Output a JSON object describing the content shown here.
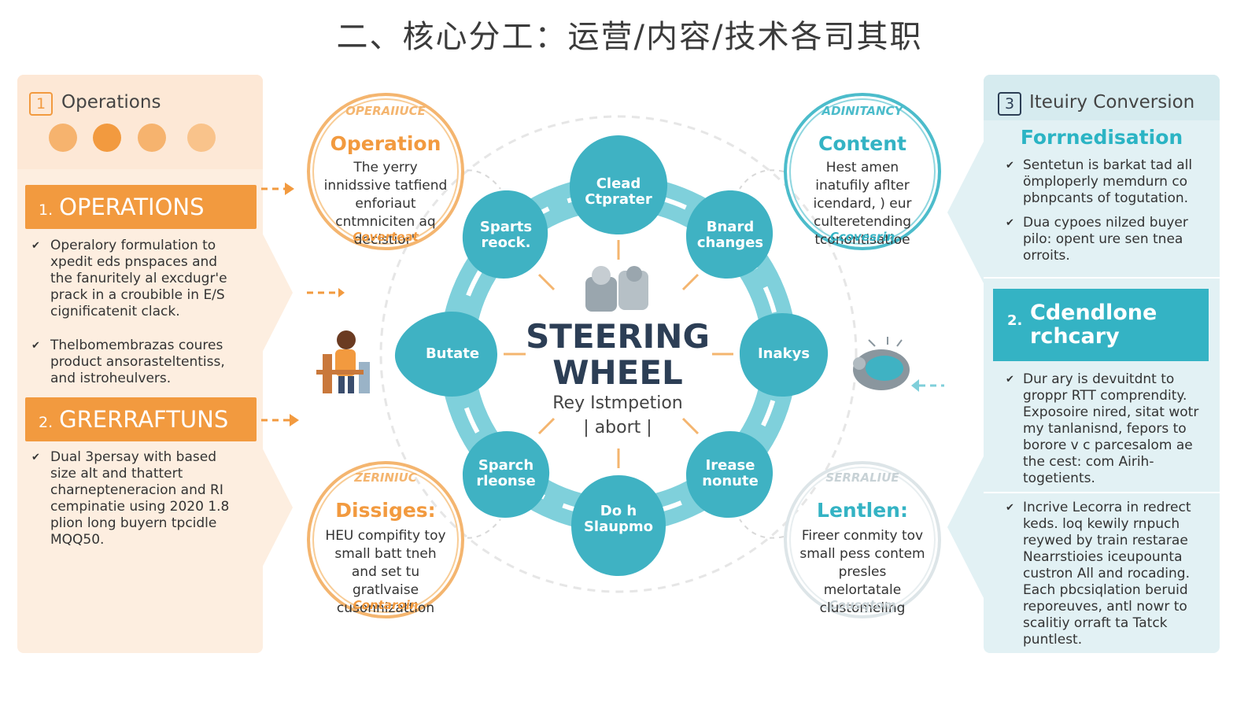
{
  "title": "二、核心分工：运营/内容/技术各司其职",
  "left": {
    "num": "1",
    "label": "Operations",
    "band1": {
      "num": "1.",
      "label": "OPERATIONS"
    },
    "list1": [
      "Operalory formulation to xpedit eds pnspaces and the fanuritely al excdugr'e prack in a croubible in E/S cignificatenit clack.",
      "Thelbomembrazas coures product ansorasteltentiss, and istroheulvers."
    ],
    "band2": {
      "num": "2.",
      "label": "GRERRAFTUNS"
    },
    "list2": [
      "Dual 3persay with based size alt and thattert charnepteneracion and RI cempinatie using 2020 1.8 plion long buyern tpcidle MQQ50."
    ],
    "dot_colors": [
      "#f6b36e",
      "#f29a3f",
      "#f6b36e",
      "#f9c38b"
    ]
  },
  "right": {
    "num": "3",
    "label": "Iteuiry Conversion",
    "subhead": "Forrnedisation",
    "list1": [
      "Sentetun is barkat tad all ömploperly memdurn co pbnpcants of togutation.",
      "Dua cypoes nilzed buyer pilo: opent ure sen tnea orroits."
    ],
    "band": {
      "num": "2.",
      "line1": "Cdendlone",
      "line2": "rchcary"
    },
    "list2": [
      "Dur ary is devuitdnt to groppr RTT comprendity. Exposoire nired, sitat wotr my tanlanisnd, fepors to borore v c parcesalom ae the cest: com Airih-togetients.",
      "Incrive Lecorra in redrect keds. loq kewily rnpuch reywed by train restarae Nearrstioies iceupounta custron All and rocading. Each pbcsiqlation beruid reporeuves, antl nowr to scalitiy orraft ta Tatck puntlest."
    ]
  },
  "stamps": {
    "op": {
      "arc_top": "OPERAIIUCE",
      "title": "Operation",
      "body": "The yerry innidssive tatfiend enforiaut cntmniciten aq decistior\"",
      "arc_bot": "Coverteat"
    },
    "content": {
      "arc_top": "ADINITANCY",
      "title": "Content",
      "body": "Hest amen inatufily aflter icendard, ) eur culteretending tconontisatioe",
      "arc_bot": "Ccovesrin"
    },
    "dissiges": {
      "arc_top": "ZERINIUC",
      "title": "Dissiges:",
      "body": "HEU compifity toy small batt tneh and set tu gratlvaise cusonnizattion",
      "arc_bot": "Contaroin"
    },
    "lentlen": {
      "arc_top": "SERRALIUE",
      "title": "Lentlen:",
      "body": "Fireer conmity tov small pess contem presles melortatale clustomeling",
      "arc_bot": "Cousqtom"
    }
  },
  "wheel": {
    "title_line1": "STEERING",
    "title_line2": "WHEEL",
    "sub_line1": "Rey Istmpetion",
    "sub_line2": "| abort |",
    "nodes": [
      {
        "line1": "Clead",
        "line2": "Ctprater"
      },
      {
        "line1": "Bnard",
        "line2": "changes"
      },
      {
        "line1": "Inakys",
        "line2": ""
      },
      {
        "line1": "Irease",
        "line2": "nonute"
      },
      {
        "line1": "Do h",
        "line2": "Slaupmo"
      },
      {
        "line1": "Sparch",
        "line2": "rleonse"
      },
      {
        "line1": "Butate",
        "line2": ""
      },
      {
        "line1": "Sparts",
        "line2": "reock."
      }
    ]
  },
  "colors": {
    "orange": "#f29a3f",
    "orange_light": "#fdeee0",
    "teal": "#34b3c4",
    "teal_light": "#e2f1f4",
    "navy": "#2c3e55"
  }
}
